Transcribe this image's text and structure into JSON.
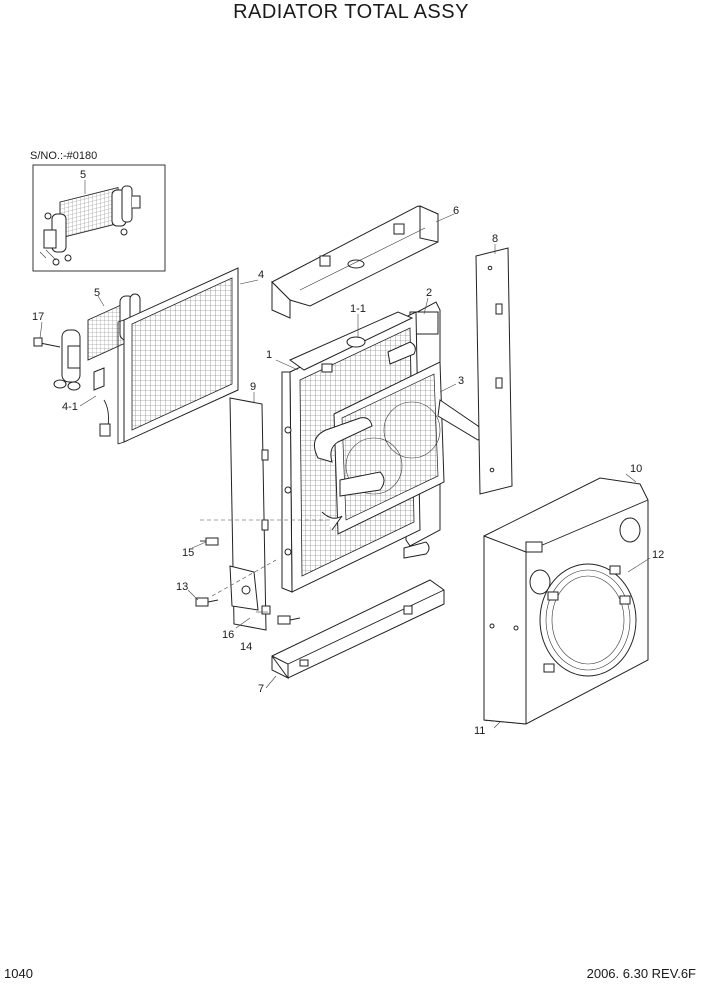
{
  "header": {
    "title": "RADIATOR TOTAL ASSY"
  },
  "inset": {
    "serial_label": "S/NO.:-#0180"
  },
  "footer": {
    "page_number": "1040",
    "revision": "2006. 6.30  REV.6F"
  },
  "callouts": {
    "c1": "1",
    "c1_1": "1-1",
    "c2": "2",
    "c3": "3",
    "c4": "4",
    "c4_1": "4-1",
    "c5a": "5",
    "c5b": "5",
    "c6": "6",
    "c7": "7",
    "c8": "8",
    "c9": "9",
    "c10": "10",
    "c11": "11",
    "c12": "12",
    "c13": "13",
    "c14": "14",
    "c15": "15",
    "c16": "16",
    "c17": "17"
  }
}
